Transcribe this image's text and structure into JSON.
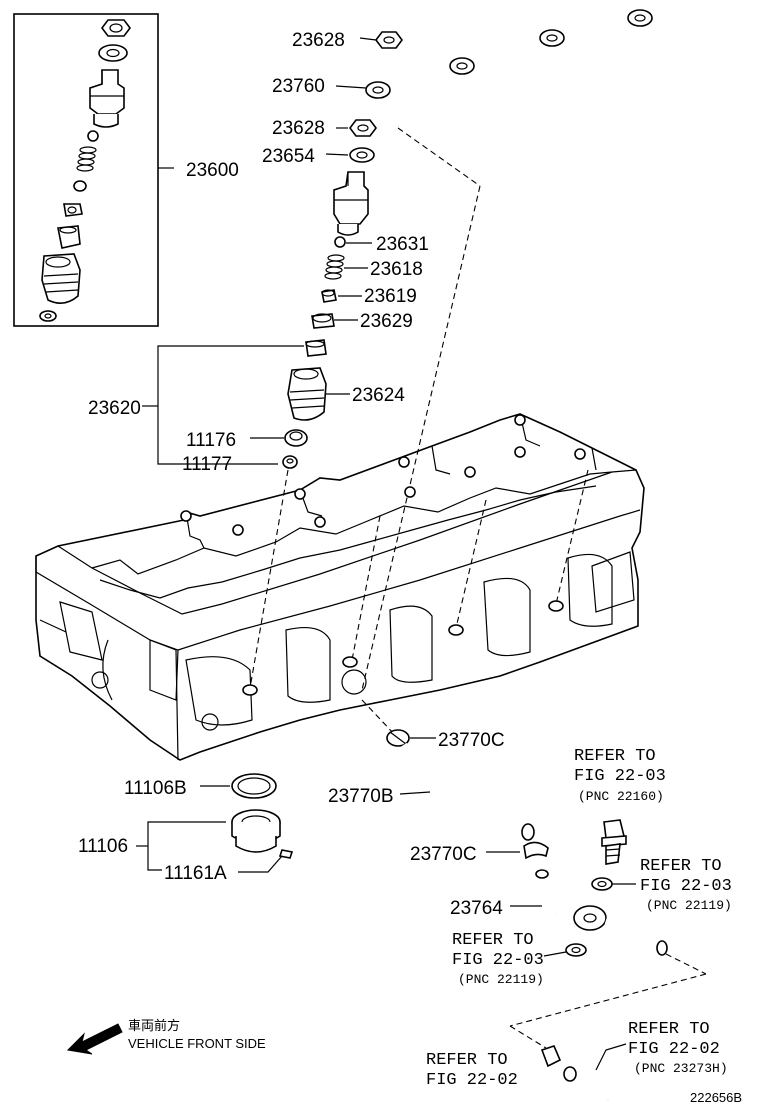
{
  "labels": {
    "p23628a": "23628",
    "p23760": "23760",
    "p23628b": "23628",
    "p23654": "23654",
    "p23600": "23600",
    "p23631": "23631",
    "p23618": "23618",
    "p23619": "23619",
    "p23629": "23629",
    "p23620": "23620",
    "p23624": "23624",
    "p11176": "11176",
    "p11177": "11177",
    "p23770c_top": "23770C",
    "p11106b": "11106B",
    "p23770b": "23770B",
    "p11106": "11106",
    "p23770c_mid": "23770C",
    "p11161a": "11161A",
    "p23764": "23764"
  },
  "refs": {
    "ref1": {
      "line1": "REFER TO",
      "line2": "FIG 22-03",
      "line3": "(PNC 22160)"
    },
    "ref2": {
      "line1": "REFER TO",
      "line2": "FIG 22-03",
      "line3": "(PNC 22119)"
    },
    "ref3": {
      "line1": "REFER TO",
      "line2": "FIG 22-03",
      "line3": "(PNC 22119)"
    },
    "ref4": {
      "line1": "REFER TO",
      "line2": "FIG 22-02",
      "line3": "(PNC 23273H)"
    },
    "ref5": {
      "line1": "REFER TO",
      "line2": "FIG 22-02"
    }
  },
  "direction": {
    "japanese": "車両前方",
    "english": "VEHICLE FRONT SIDE"
  },
  "figure_id": "222656B"
}
